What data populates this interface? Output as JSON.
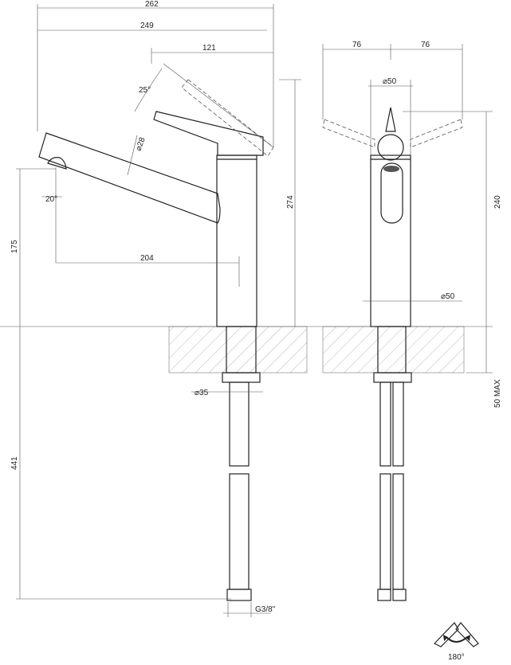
{
  "title": "Kitchen mixer tap technical drawing",
  "side_view": {
    "dim_overall_width": "262",
    "dim_spout_reach_total": "249",
    "dim_lever_rotation_width": "121",
    "angle_lever": "25°",
    "dim_spout_diameter": "⌀28",
    "angle_aerator": "20°",
    "dim_spout_height": "175",
    "dim_spout_reach": "204",
    "dim_total_height": "274",
    "dim_hose_length": "441",
    "dim_shank_diameter": "⌀35",
    "thread": "G3/8\""
  },
  "front_view": {
    "dim_left_swing": "76",
    "dim_right_swing": "76",
    "dim_top_diameter": "⌀50",
    "dim_body_diameter": "⌀50",
    "dim_body_height": "240",
    "dim_counter_thickness": "50 MAX"
  },
  "rotation": {
    "label": "180°"
  }
}
